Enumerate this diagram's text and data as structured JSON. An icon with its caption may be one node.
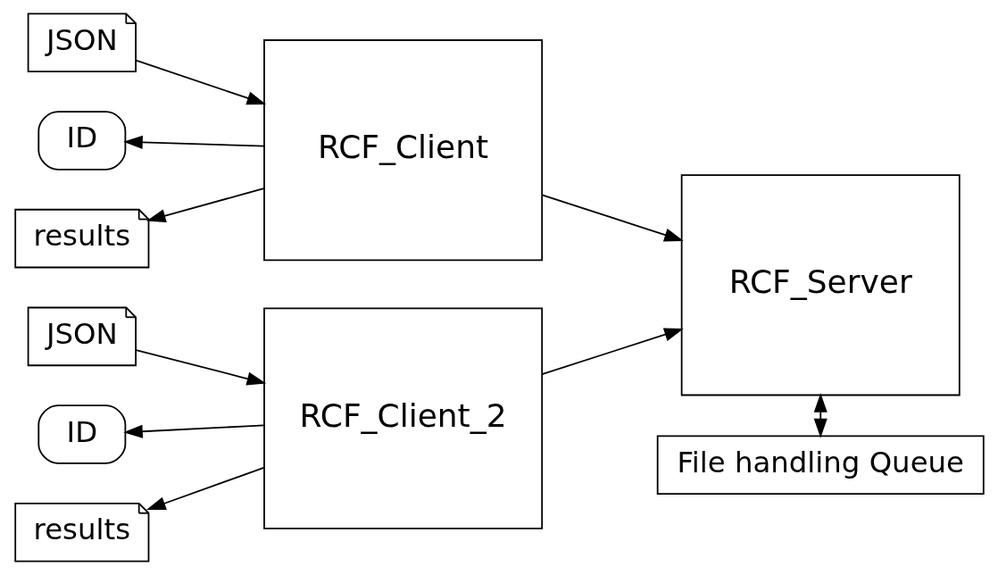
{
  "diagram": {
    "nodes": [
      {
        "text": [
          "JSON"
        ]
      },
      {
        "text": [
          "ID"
        ]
      },
      {
        "text": [
          "results"
        ]
      },
      {
        "text": [
          "RCF_Client"
        ]
      },
      {
        "text": [
          "RCF_Server"
        ]
      },
      {
        "text": [
          "JSON"
        ]
      },
      {
        "text": [
          "ID"
        ]
      },
      {
        "text": [
          "results"
        ]
      },
      {
        "text": [
          "RCF_Client_2"
        ]
      },
      {
        "text": [
          "File handling Queue"
        ]
      }
    ],
    "edges": [
      {
        "from": 0,
        "to": 3,
        "arrow": "to"
      },
      {
        "from": 3,
        "to": 1,
        "arrow": "to"
      },
      {
        "from": 3,
        "to": 2,
        "arrow": "to"
      },
      {
        "from": 3,
        "to": 4,
        "arrow": "to"
      },
      {
        "from": 8,
        "to": 4,
        "arrow": "to"
      },
      {
        "from": 5,
        "to": 8,
        "arrow": "to"
      },
      {
        "from": 8,
        "to": 6,
        "arrow": "to"
      },
      {
        "from": 8,
        "to": 7,
        "arrow": "to"
      },
      {
        "from": 4,
        "to": 9,
        "arrow": "both"
      }
    ]
  }
}
